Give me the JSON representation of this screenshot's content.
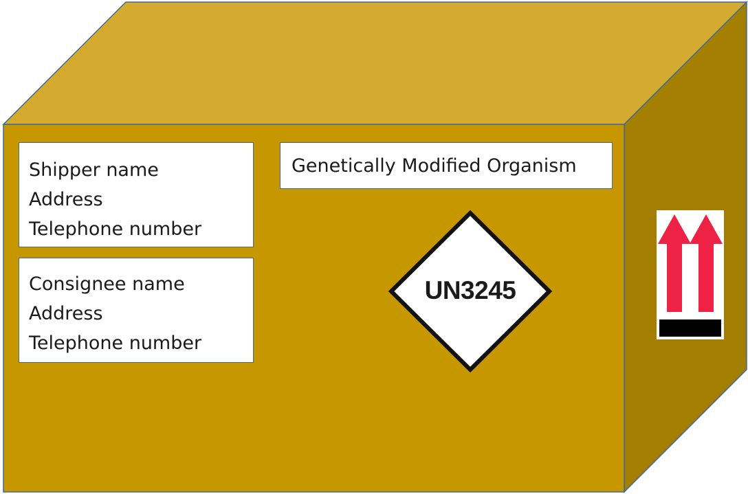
{
  "colors": {
    "box_front": "#c79700",
    "box_top": "#d4ab2f",
    "box_side": "#a47e00",
    "box_edge": "#3d6b96",
    "arrow_red": "#ee2244",
    "bar_black": "#000000",
    "label_bg": "#ffffff"
  },
  "shipper": {
    "name": "Shipper name",
    "address": "Address",
    "phone": "Telephone number"
  },
  "consignee": {
    "name": "Consignee name",
    "address": "Address",
    "phone": "Telephone number"
  },
  "gmo_label": "Genetically Modified Organism",
  "hazard_label": {
    "un_number": "UN3245",
    "icon": "diamond-hazard-icon"
  },
  "orientation_label": {
    "icon": "this-way-up-arrows-icon"
  }
}
